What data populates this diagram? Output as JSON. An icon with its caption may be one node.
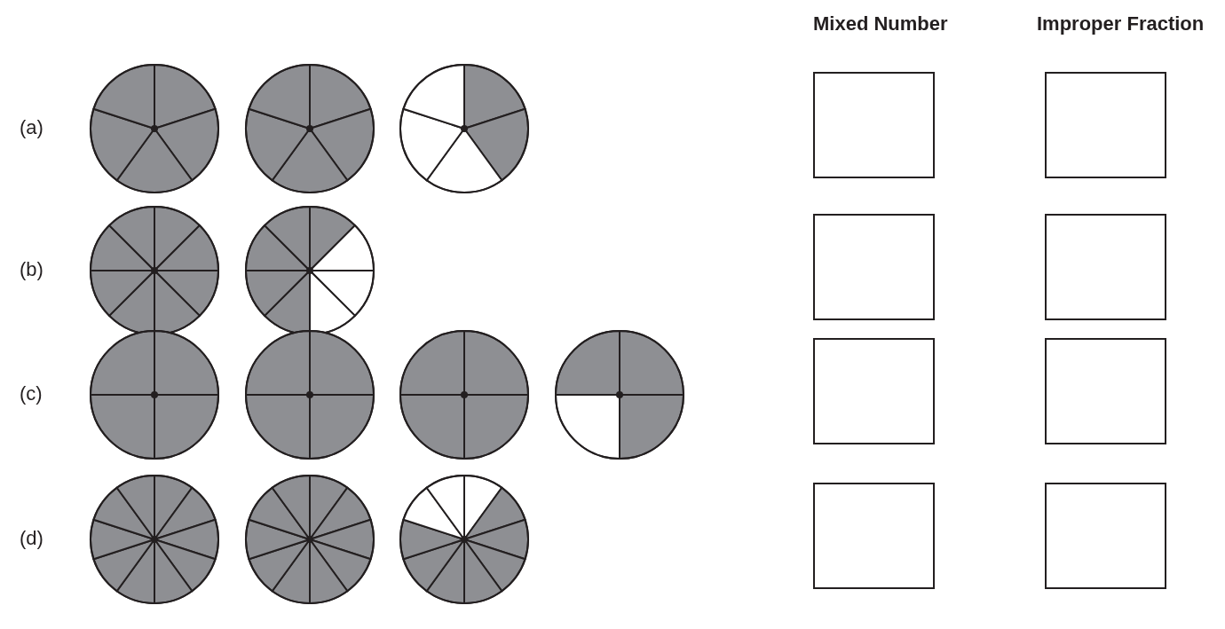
{
  "diagram": {
    "labels": [
      "Mixed Number",
      "Improper Fraction",
      "(a)",
      "(b)",
      "(c)",
      "(d)"
    ]
  }
}
